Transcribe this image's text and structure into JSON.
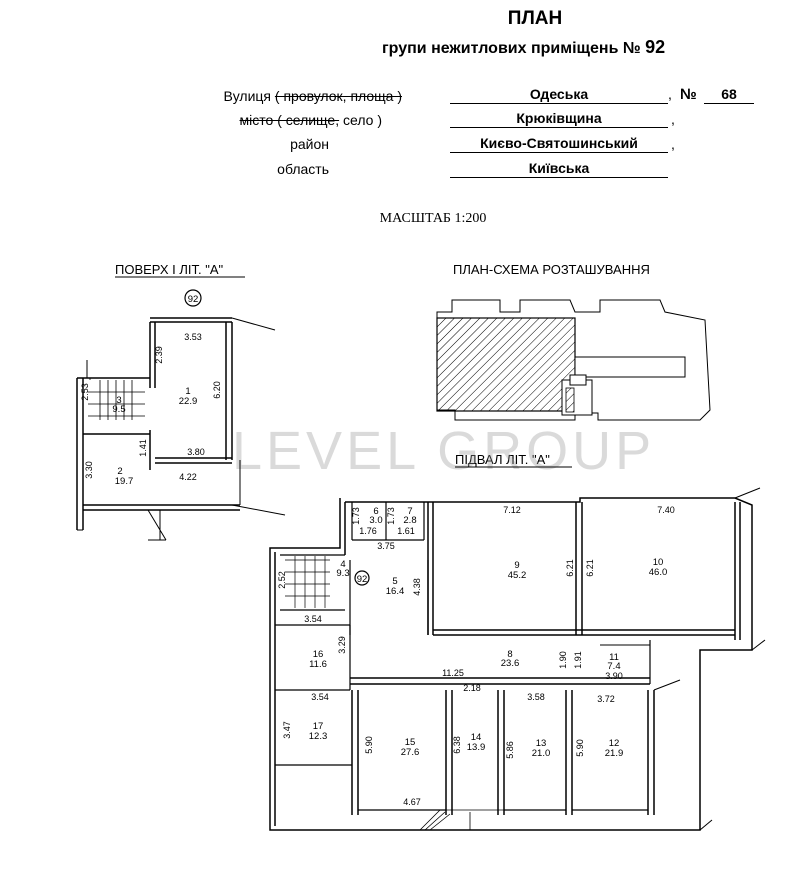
{
  "header": {
    "title": "ПЛАН",
    "subtitle": "групи нежитлових приміщень №",
    "group_number": "92"
  },
  "address": {
    "street_label_prefix": "Вулиця",
    "street_label_struck": "( провулок, площа )",
    "street_value": "Одеська",
    "number_label": "№",
    "number_value": "68",
    "city_label_struck": "місто ( селище,",
    "city_label_rest": "село )",
    "city_value": "Крюківщина",
    "district_label": "район",
    "district_value": "Києво-Святошинський",
    "region_label": "область",
    "region_value": "Київська"
  },
  "scale": "МАСШТАБ 1:200",
  "floor1": {
    "title": "ПОВЕРХ I ЛІТ. \"А\"",
    "marker": "92",
    "dims": [
      "3.53",
      "2.39",
      "6.20",
      "2.53",
      "1.41",
      "3.80",
      "3.30",
      "4.22"
    ],
    "rooms": [
      {
        "num": "1",
        "area": "22.9"
      },
      {
        "num": "2",
        "area": "19.7"
      },
      {
        "num": "3",
        "area": "9.5"
      }
    ]
  },
  "site_plan": {
    "title": "ПЛАН-СХЕМА РОЗТАШУВАННЯ"
  },
  "basement": {
    "title": "ПІДВАЛ ЛІТ. \"А\"",
    "marker": "92",
    "dims": [
      "1.73",
      "1.73",
      "1.76",
      "1.61",
      "7.12",
      "7.40",
      "3.75",
      "6.21",
      "6.21",
      "4.38",
      "2.52",
      "3.54",
      "3.29",
      "1.90",
      "1.91",
      "11.25",
      "3.90",
      "3.54",
      "2.18",
      "3.58",
      "3.72",
      "3.47",
      "5.90",
      "6.38",
      "5.86",
      "5.90",
      "4.67"
    ],
    "rooms": [
      {
        "num": "4",
        "area": "9.3"
      },
      {
        "num": "5",
        "area": "16.4"
      },
      {
        "num": "6",
        "area": "3.0"
      },
      {
        "num": "7",
        "area": "2.8"
      },
      {
        "num": "8",
        "area": "23.6"
      },
      {
        "num": "9",
        "area": "45.2"
      },
      {
        "num": "10",
        "area": "46.0"
      },
      {
        "num": "11",
        "area": "7.4"
      },
      {
        "num": "12",
        "area": "21.9"
      },
      {
        "num": "13",
        "area": "21.0"
      },
      {
        "num": "14",
        "area": "13.9"
      },
      {
        "num": "15",
        "area": "27.6"
      },
      {
        "num": "16",
        "area": "11.6"
      },
      {
        "num": "17",
        "area": "12.3"
      }
    ]
  },
  "watermark": "LEVEL GROUP"
}
